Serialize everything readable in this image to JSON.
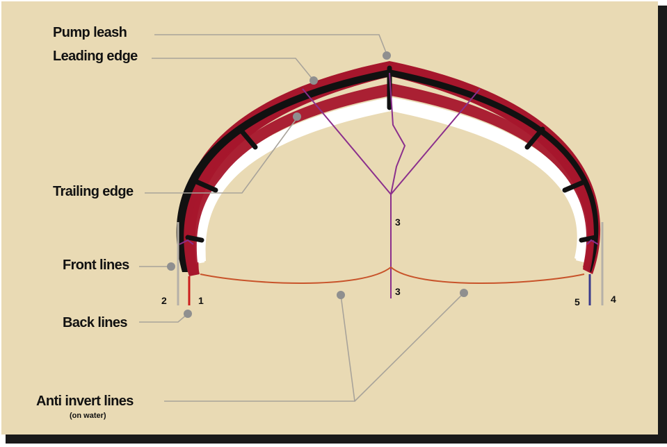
{
  "labels": {
    "pump_leash": "Pump leash",
    "leading_edge": "Leading edge",
    "trailing_edge": "Trailing edge",
    "front_lines": "Front lines",
    "back_lines": "Back lines",
    "anti_invert_lines": "Anti invert lines",
    "anti_invert_sub": "(on water)"
  },
  "numbers": {
    "line_1": "1",
    "line_2": "2",
    "line_3_upper": "3",
    "line_3_lower": "3",
    "line_4": "4",
    "line_5": "5"
  },
  "colors": {
    "background": "#e9dab4",
    "leading_edge": "#a6162c",
    "strut_black": "#111111",
    "canopy": "#ffffff",
    "bridle": "#8b2f8c",
    "anti_invert": "#c8532a",
    "leader_lines": "#a8a39a",
    "dots": "#8f8f8f",
    "back_line_blue": "#3a3a8c"
  }
}
